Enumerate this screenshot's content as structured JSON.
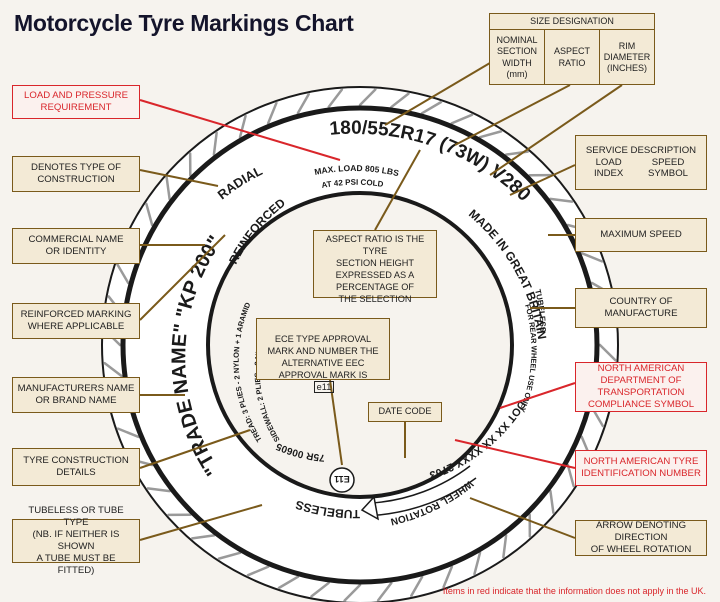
{
  "title": "Motorcycle Tyre Markings Chart",
  "size_designation": {
    "header": "SIZE DESIGNATION",
    "columns": [
      "NOMINAL\nSECTION\nWIDTH\n(mm)",
      "ASPECT\nRATIO",
      "RIM\nDIAMETER\n(INCHES)"
    ]
  },
  "left_labels": {
    "load_pressure": "LOAD AND PRESSURE\nREQUIREMENT",
    "construction_type": "DENOTES TYPE OF\nCONSTRUCTION",
    "commercial_name": "COMMERCIAL NAME\nOR IDENTITY",
    "reinforced": "REINFORCED MARKING\nWHERE APPLICABLE",
    "manufacturer": "MANUFACTURERS NAME\nOR BRAND NAME",
    "construction_details": "TYRE CONSTRUCTION\nDETAILS",
    "tubeless_tube": "TUBELESS OR TUBE TYPE\n(NB. IF NEITHER IS SHOWN\nA TUBE MUST BE FITTED)"
  },
  "right_labels": {
    "service_title": "SERVICE DESCRIPTION",
    "service_load": "LOAD\nINDEX",
    "service_speed": "SPEED\nSYMBOL",
    "max_speed": "MAXIMUM SPEED",
    "country": "COUNTRY OF\nMANUFACTURE",
    "na_dot": "NORTH AMERICAN\nDEPARTMENT OF\nTRANSPORTATION\nCOMPLIANCE SYMBOL",
    "na_tyre_id": "NORTH AMERICAN TYRE\nIDENTIFICATION NUMBER",
    "arrow_rotation": "ARROW DENOTING DIRECTION\nOF WHEEL ROTATION"
  },
  "inner_labels": {
    "aspect_ratio": "ASPECT RATIO IS THE TYRE\nSECTION HEIGHT\nEXPRESSED AS A\nPERCENTAGE OF\nTHE SELECTION",
    "ece": "ECE TYPE APPROVAL\nMARK AND NUMBER THE\nALTERNATIVE EEC\nAPPROVAL MARK IS",
    "ece_mark": "e11",
    "date_code": "DATE CODE"
  },
  "tyre_text": {
    "size": "180/55ZR17 (73W) V280",
    "max_load": "MAX. LOAD 805 LBS",
    "psi": "AT 42 PSI COLD",
    "radial": "RADIAL",
    "trade_name": "\"TRADE NAME\" \"KP 200\"",
    "reinforced": "REINFORCED",
    "construction_1": "TREAD: 3 PLIES - 2 NYLON + 1 ARAMID",
    "construction_2": "SIDEWALL: 2 PLIES - 2 NYLON",
    "made_in": "MADE IN GREAT BRITAIN",
    "tubeless_rear_1": "TUBELESS",
    "tubeless_rear_2": "FOR REAR WHEEL USE ONLY",
    "dot": "DOT XX XX XXXX 2703",
    "wheel_rotation": "WHEEL ROTATION",
    "tubeless": "TUBELESS",
    "ece_code": "75R 00605",
    "ece_circle": "E11"
  },
  "footnote": "Items in red indicate that the information does not apply in the UK.",
  "colors": {
    "accent": "#7a5a1b",
    "red": "#d9262b",
    "box_fill": "#f3ead6",
    "tyre_band": "#ffffff",
    "tyre_outline": "#1a1a1a"
  }
}
